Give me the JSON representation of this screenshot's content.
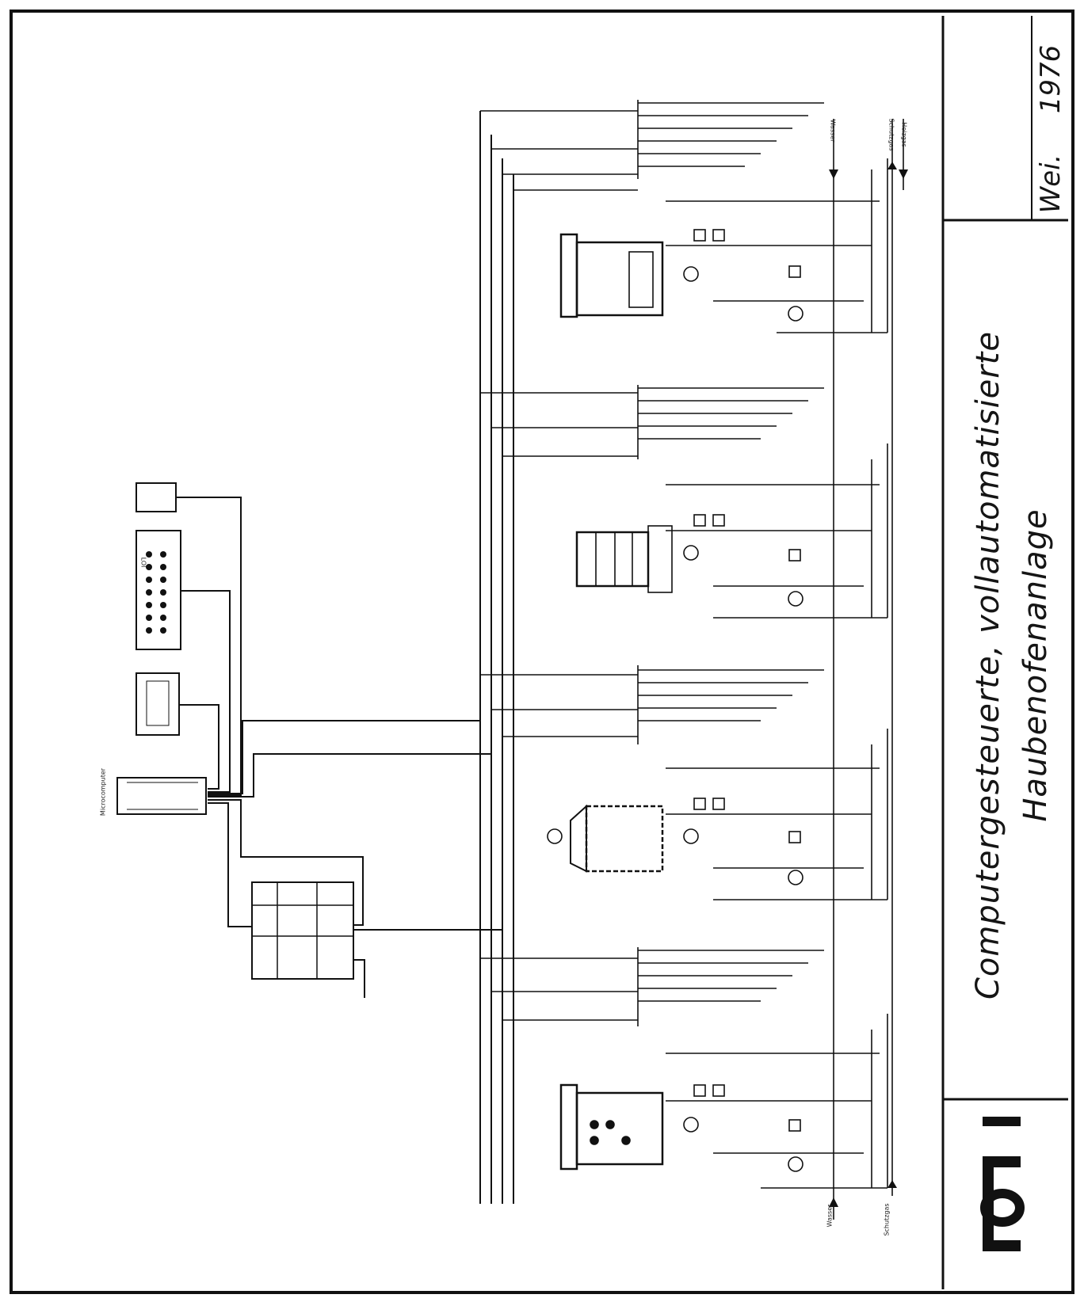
{
  "title": {
    "line1": "Computergesteuerte, vollautomatisierte",
    "line2": "Haubenofenanlage"
  },
  "signature": "Wei.",
  "year": "1976",
  "logo": "LOI",
  "labels": {
    "microcomputer": "Microcomputer",
    "panel": "LOI",
    "wasser_top": "Wasser",
    "schutzgas_top": "Schutzgas",
    "heizgas_top": "Heizgas",
    "wasser_bottom": "Wasser",
    "schutzgas_bottom": "Schutzgas"
  },
  "colors": {
    "ink": "#111111",
    "paper": "#ffffff"
  }
}
